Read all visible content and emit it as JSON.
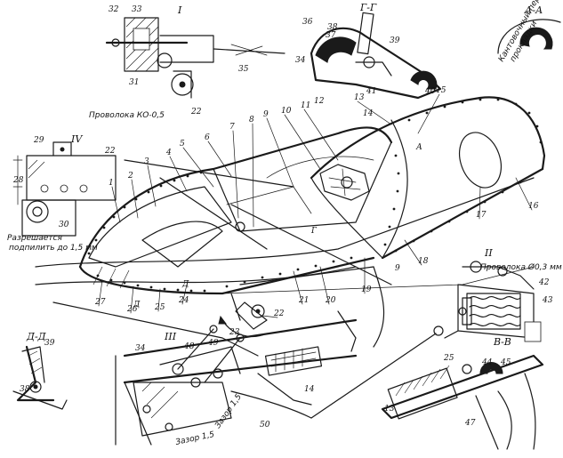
{
  "views": {
    "I": "I",
    "II": "II",
    "III": "III",
    "IV": "IV",
    "GG": "Г-Г",
    "AA": "А-А",
    "DD": "Д-Д",
    "VV": "В-В"
  },
  "notes": {
    "wire_main": "Проволока КО-0,5",
    "wire_II": "Проволока Ø0,3 мм",
    "allow_line1": "Разрешается",
    "allow_line2": "подпилить до 1,5 мм",
    "aa_line1": "Кантовочный периметр",
    "aa_line2": "прокладки",
    "gap1": "Зазор 1,5",
    "gap2": "Зазор 1,5"
  },
  "callouts": [
    "1",
    "2",
    "3",
    "4",
    "5",
    "6",
    "7",
    "8",
    "9",
    "10",
    "11",
    "12",
    "13",
    "14",
    "15",
    "16",
    "17",
    "18",
    "19",
    "20",
    "21",
    "22",
    "23",
    "24",
    "25",
    "26",
    "27",
    "28",
    "29",
    "30",
    "31",
    "32",
    "33",
    "34",
    "35",
    "36",
    "37",
    "38",
    "39",
    "40",
    "41",
    "42",
    "43",
    "44",
    "45",
    "46",
    "47",
    "48",
    "49",
    "50"
  ],
  "section_marks": {
    "a": "А",
    "d": "Д",
    "g": "Г",
    "v": "В"
  }
}
